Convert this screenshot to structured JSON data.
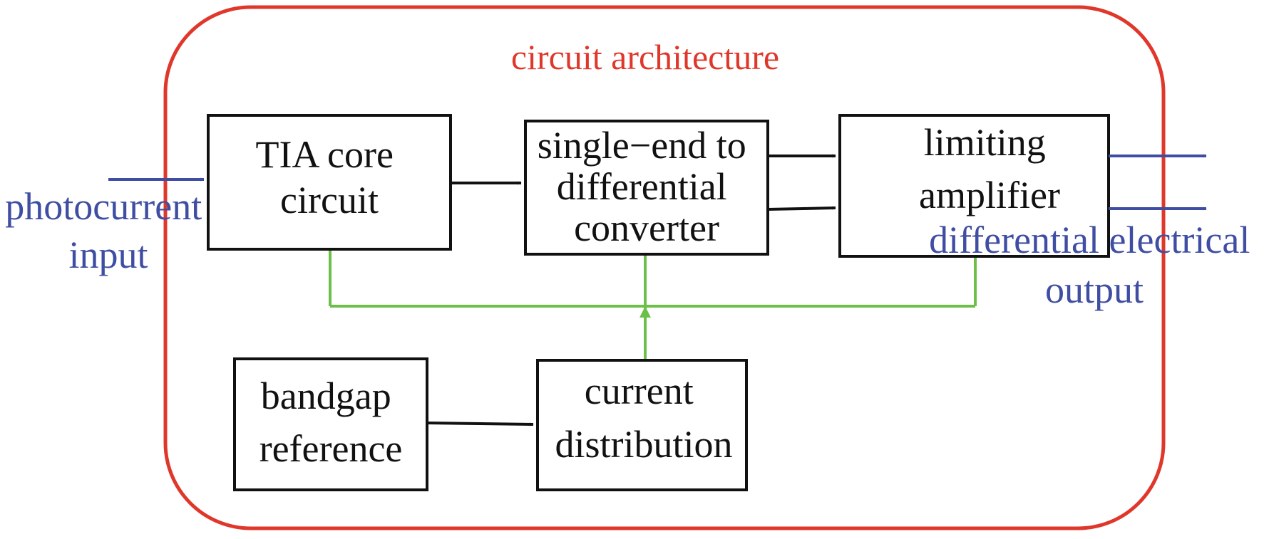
{
  "title": "circuit architecture",
  "colors": {
    "frame": "#e0372b",
    "box_stroke": "#111111",
    "signal_arrow": "#111111",
    "io_arrow": "#3f4ea2",
    "bias_line": "#6cc04a"
  },
  "blocks": {
    "tia": [
      "TIA core",
      "circuit"
    ],
    "s2d": [
      "single−end to",
      "differential",
      "converter"
    ],
    "la": [
      "limiting",
      "amplifier"
    ],
    "bandgap": [
      "bandgap",
      "reference"
    ],
    "current": [
      "current",
      "distribution"
    ]
  },
  "io": {
    "input": [
      "photocurrent",
      "input"
    ],
    "output": [
      "differential electrical",
      "output"
    ]
  }
}
